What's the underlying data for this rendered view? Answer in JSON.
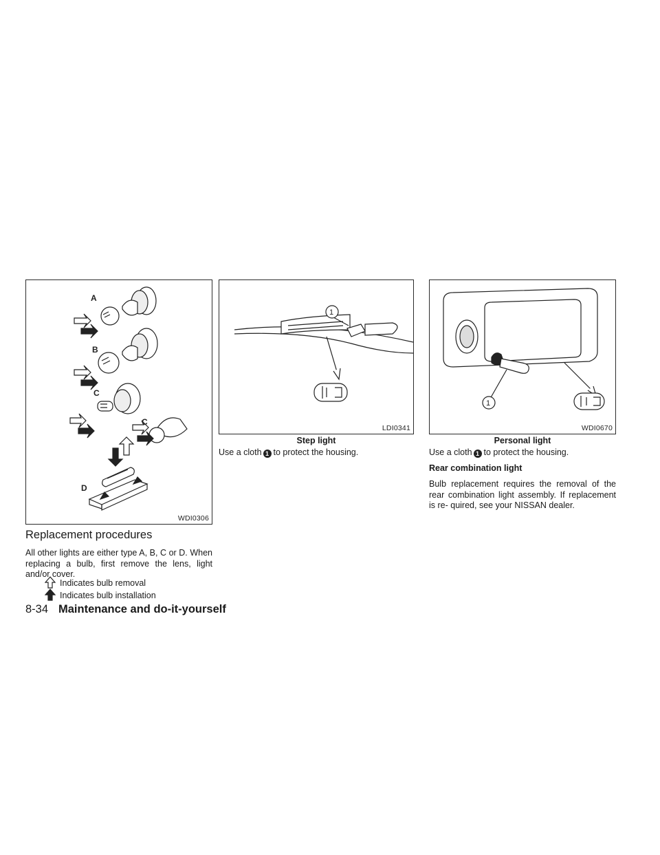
{
  "figures": {
    "bulb_types": {
      "code": "WDI0306",
      "labels": [
        "A",
        "B",
        "C",
        "C",
        "D"
      ]
    },
    "step_light": {
      "code": "LDI0341",
      "caption": "Step light",
      "callout": "1"
    },
    "personal_light": {
      "code": "WDI0670",
      "caption": "Personal light",
      "callout": "1"
    }
  },
  "replacement": {
    "heading": "Replacement procedures",
    "body": "All other lights are either type A, B, C or D. When replacing a bulb, first remove the lens, light and/or cover.",
    "legend": [
      {
        "icon": "outline-arrow-icon",
        "text": "Indicates bulb removal"
      },
      {
        "icon": "solid-arrow-icon",
        "text": "Indicates bulb installation"
      }
    ]
  },
  "step_light_text": {
    "before": "Use a cloth",
    "number": "1",
    "after": "to protect the housing."
  },
  "personal_light_text": {
    "before": "Use a cloth",
    "number": "1",
    "after": "to protect the housing."
  },
  "rear_combination": {
    "heading": "Rear combination light",
    "body": "Bulb replacement requires the removal of the rear combination light assembly. If replacement is re- quired, see your NISSAN dealer."
  },
  "footer": {
    "page_number": "8-34",
    "section_title": "Maintenance and do-it-yourself"
  }
}
